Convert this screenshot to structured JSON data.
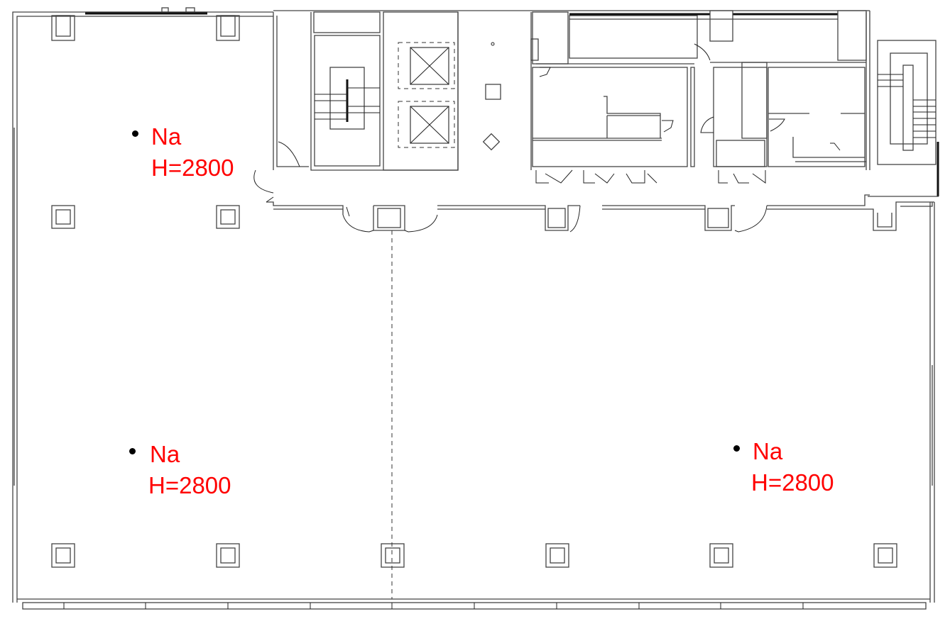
{
  "title": "Floor plan",
  "colors": {
    "annotation": "#ff0000",
    "lines": "#444444",
    "background": "#ffffff"
  },
  "annotations": [
    {
      "label": "Na",
      "height": "H=2800"
    },
    {
      "label": "Na",
      "height": "H=2800"
    },
    {
      "label": "Na",
      "height": "H=2800"
    }
  ]
}
